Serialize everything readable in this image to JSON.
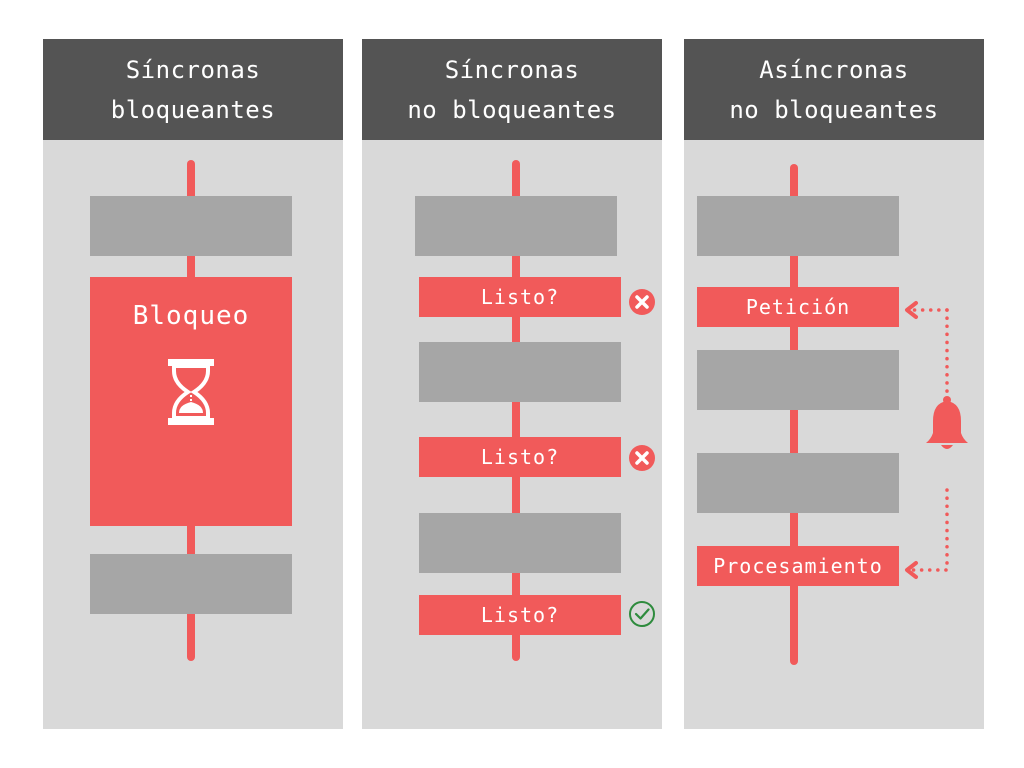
{
  "panels": [
    {
      "header": [
        "Síncronas",
        "bloqueantes"
      ],
      "blocking_label": "Bloqueo",
      "icon": "hourglass-icon"
    },
    {
      "header": [
        "Síncronas",
        "no bloqueantes"
      ],
      "checks": [
        {
          "label": "Listo?",
          "status": "not-ready",
          "icon": "x-circle-icon"
        },
        {
          "label": "Listo?",
          "status": "not-ready",
          "icon": "x-circle-icon"
        },
        {
          "label": "Listo?",
          "status": "ready",
          "icon": "check-circle-icon"
        }
      ]
    },
    {
      "header": [
        "Asíncronas",
        "no bloqueantes"
      ],
      "request_label": "Petición",
      "processing_label": "Procesamiento",
      "notify_icon": "bell-icon"
    }
  ],
  "colors": {
    "header": "#545454",
    "panel": "#d9d9d9",
    "gray_block": "#a6a6a6",
    "accent": "#f15a5a",
    "error": "#f15a5a",
    "success": "#2e8b3d"
  }
}
